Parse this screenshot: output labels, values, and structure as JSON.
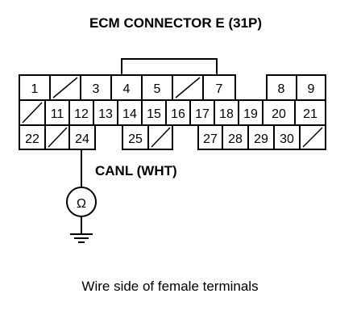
{
  "title": "ECM CONNECTOR E (31P)",
  "wire_label": "CANL (WHT)",
  "caption": "Wire side of female terminals",
  "meter_symbol": "Ω",
  "ground_icon": "ground-symbol",
  "rows": [
    [
      "1",
      "",
      "3",
      "4",
      "5",
      "",
      "7",
      "",
      "8",
      "9"
    ],
    [
      "",
      "11",
      "12",
      "13",
      "14",
      "15",
      "16",
      "17",
      "18",
      "19",
      "20",
      "21"
    ],
    [
      "22",
      "",
      "24",
      "",
      "25",
      "",
      "",
      "27",
      "28",
      "29",
      "30",
      ""
    ]
  ]
}
